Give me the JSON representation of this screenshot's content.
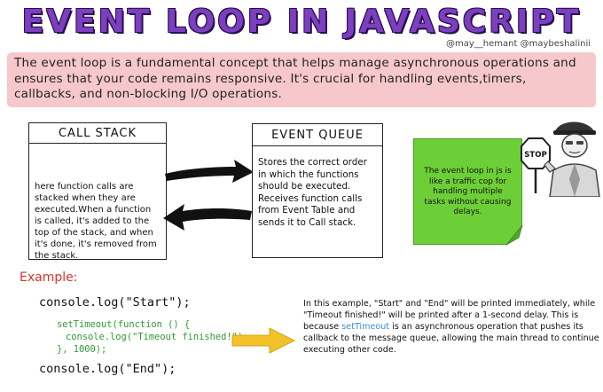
{
  "title": "EVENT LOOP IN JAVASCRIPT",
  "handles": "@may__hemant @maybeshalinii",
  "intro": "The event loop is a fundamental concept that helps manage asynchronous operations and ensures that your code remains responsive. It's crucial for handling events,timers, callbacks, and non-blocking I/O operations.",
  "call_stack": {
    "header": "CALL STACK",
    "text": "here function calls are stacked when they are executed.When a function is called, it's added to the top of the stack, and when it's done, it's removed from the stack."
  },
  "event_queue": {
    "header": "EVENT QUEUE",
    "text": "Stores the correct order in which the functions should be executed. Receives function calls from Event Table and sends it to Call stack."
  },
  "sticky_note": "The event loop in js is like a traffic cop for handling multiple tasks without causing delays.",
  "stop_sign": "STOP",
  "example_label": "Example:",
  "code": {
    "line_start": "console.log(\"Start\");",
    "line_timeout_1": "setTimeout(function () {",
    "line_timeout_2": "console.log(\"Timeout finished!\");",
    "line_timeout_3": "}, 1000);",
    "line_end": "console.log(\"End\");"
  },
  "explanation": {
    "part1": "In this example, \"Start\" and \"End\" will be printed immediately, while \"Timeout finished!\" will be printed after a 1-second delay. This is because ",
    "highlight": "setTimeout",
    "part2": " is an asynchronous operation that pushes its callback to the message queue, allowing the main thread to continue executing other code."
  },
  "colors": {
    "title": "#7b3fbf",
    "intro_bg": "#f6c8cc",
    "sticky": "#6dcf37",
    "example": "#d9322b",
    "code_green": "#2e9b35",
    "arrow_yellow": "#f3c12a",
    "highlight": "#3a8fd6"
  }
}
